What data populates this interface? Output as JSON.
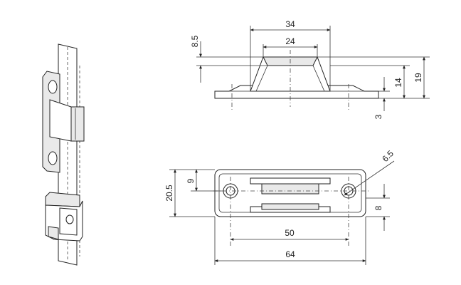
{
  "dimensions": {
    "top_width_outer": "34",
    "top_width_inner": "24",
    "top_flange_height": "8.5",
    "height_14": "14",
    "height_19": "19",
    "base_thickness": "3",
    "plate_height": "20.5",
    "hole_offset": "9",
    "hole_diameter": "6.5",
    "slot_offset": "8",
    "hole_spacing": "50",
    "overall_length": "64"
  }
}
